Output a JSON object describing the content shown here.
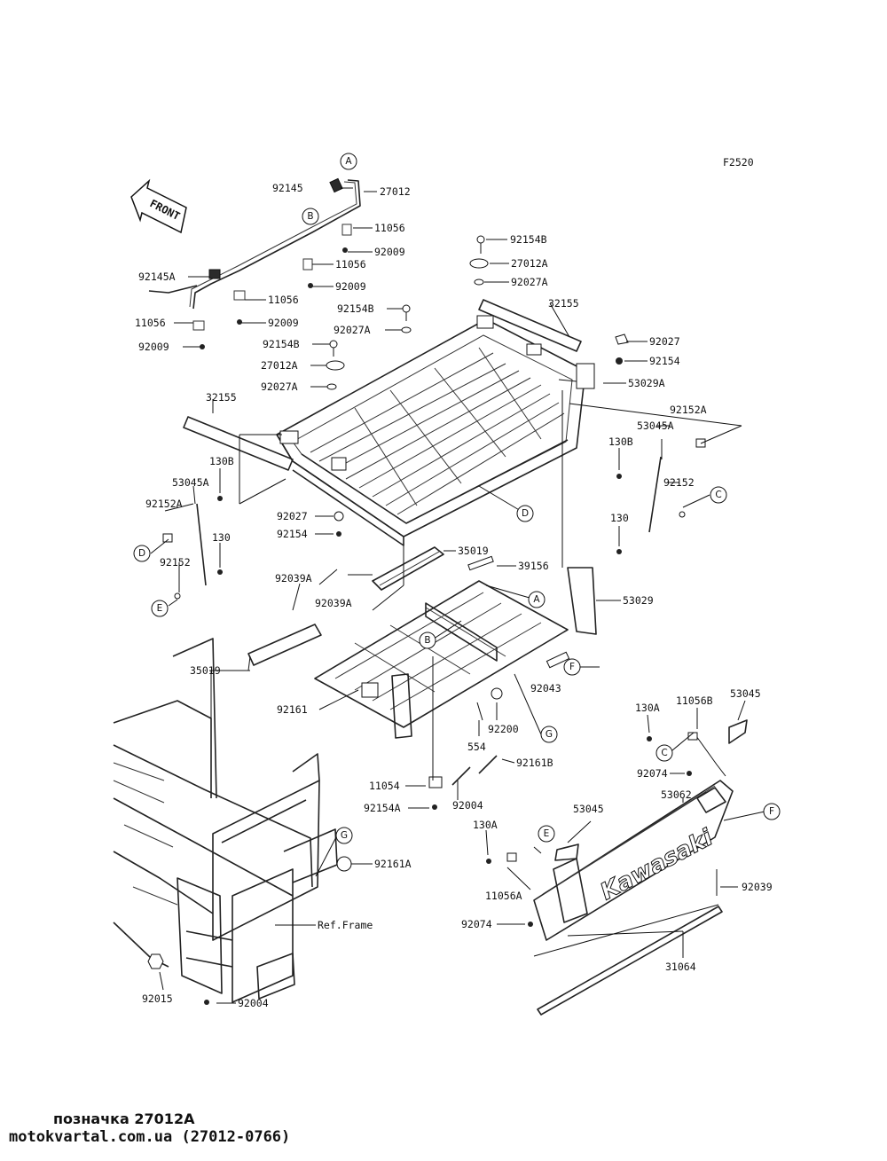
{
  "diagram_code": "F2520",
  "front_label": "FRONT",
  "brand_decal": "Kawasaki",
  "ref_frame_label": "Ref.Frame",
  "footer": {
    "caption": "позначка 27012A",
    "watermark": "motokvartal.com.ua (27012-0766)"
  },
  "part_labels": [
    "92145",
    "27012",
    "11056",
    "92009",
    "11056",
    "92009",
    "92145A",
    "11056",
    "92009",
    "11056",
    "92009",
    "92154B",
    "27012A",
    "92027A",
    "32155",
    "92154B",
    "92027A",
    "92154B",
    "27012A",
    "92027A",
    "92027",
    "92154",
    "53029A",
    "92152A",
    "53045A",
    "130B",
    "92152",
    "130",
    "32155",
    "130B",
    "53045A",
    "92152A",
    "130",
    "92152",
    "92027",
    "92154",
    "35019",
    "39156",
    "92039A",
    "92039A",
    "53029",
    "35019",
    "92043",
    "92161",
    "92200",
    "554",
    "92161B",
    "11054",
    "92004",
    "92154A",
    "130A",
    "11056B",
    "53045",
    "92074",
    "53062",
    "53045",
    "130A",
    "11056A",
    "92074",
    "92039",
    "92161A",
    "31064",
    "92015",
    "92004"
  ],
  "callouts": [
    "A",
    "B",
    "D",
    "D",
    "C",
    "E",
    "A",
    "B",
    "F",
    "G",
    "C",
    "E",
    "F",
    "G"
  ]
}
